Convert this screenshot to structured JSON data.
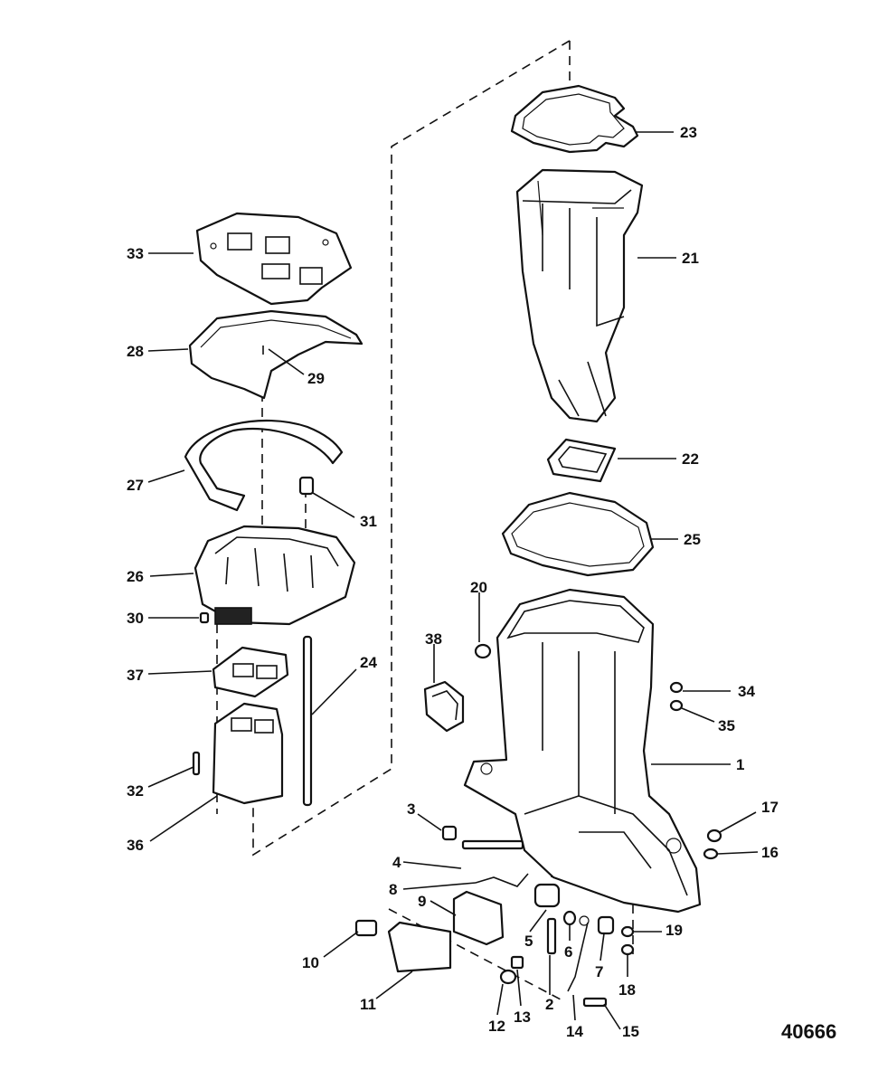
{
  "figure_number": "40666",
  "callouts": {
    "c1": "1",
    "c2": "2",
    "c3": "3",
    "c4": "4",
    "c5": "5",
    "c6": "6",
    "c7": "7",
    "c8": "8",
    "c9": "9",
    "c10": "10",
    "c11": "11",
    "c12": "12",
    "c13": "13",
    "c14": "14",
    "c15": "15",
    "c16": "16",
    "c17": "17",
    "c18": "18",
    "c19": "19",
    "c20": "20",
    "c21": "21",
    "c22": "22",
    "c23": "23",
    "c24": "24",
    "c25": "25",
    "c26": "26",
    "c27": "27",
    "c28": "28",
    "c29": "29",
    "c30": "30",
    "c31": "31",
    "c32": "32",
    "c33": "33",
    "c34": "34",
    "c35": "35",
    "c36": "36",
    "c37": "37",
    "c38": "38"
  }
}
